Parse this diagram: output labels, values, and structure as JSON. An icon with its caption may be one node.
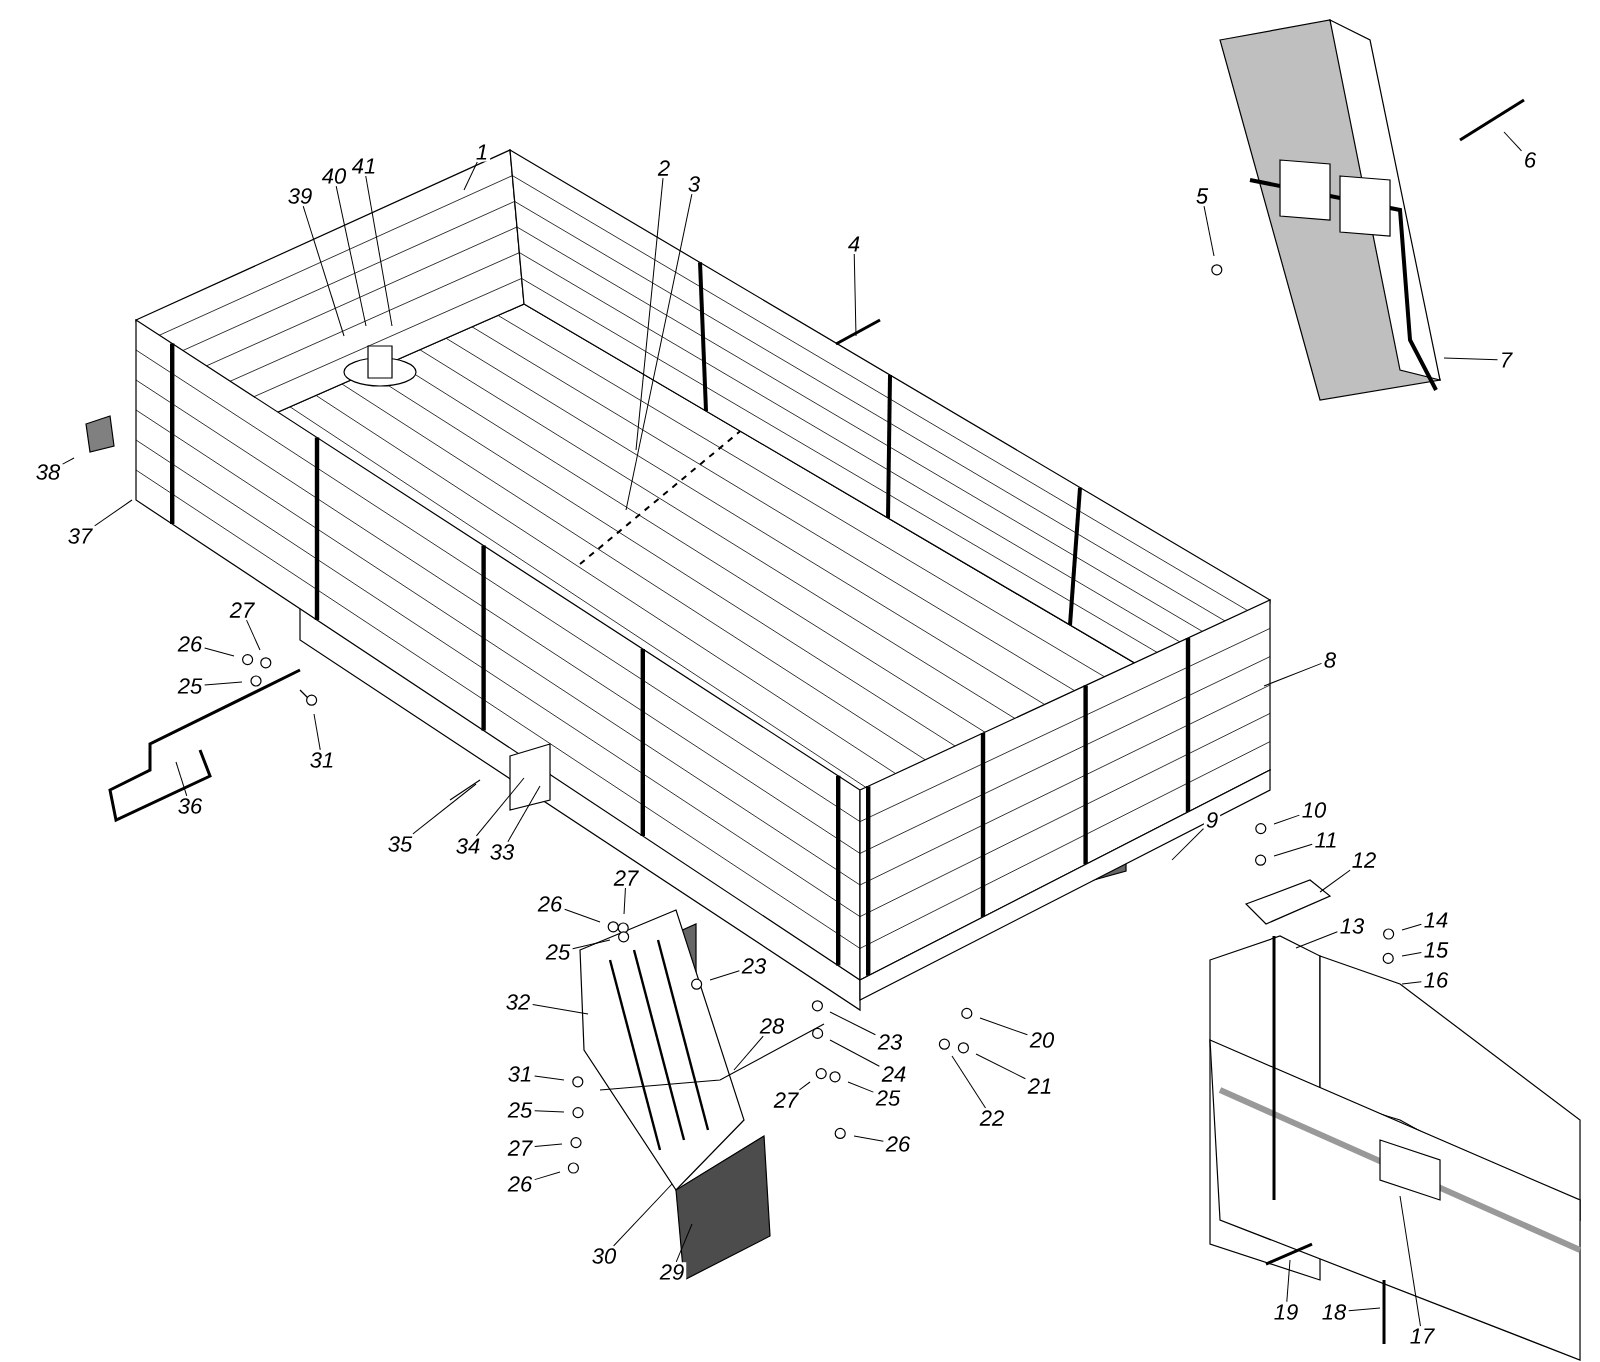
{
  "diagram": {
    "nodes": [
      {
        "text": [
          "1"
        ]
      },
      {
        "text": [
          "2"
        ]
      },
      {
        "text": [
          "3"
        ]
      },
      {
        "text": [
          "4"
        ]
      },
      {
        "text": [
          "5"
        ]
      },
      {
        "text": [
          "6"
        ]
      },
      {
        "text": [
          "7"
        ]
      },
      {
        "text": [
          "8"
        ]
      },
      {
        "text": [
          "9"
        ]
      },
      {
        "text": [
          "10"
        ]
      },
      {
        "text": [
          "11"
        ]
      },
      {
        "text": [
          "12"
        ]
      },
      {
        "text": [
          "13"
        ]
      },
      {
        "text": [
          "14"
        ]
      },
      {
        "text": [
          "15"
        ]
      },
      {
        "text": [
          "16"
        ]
      },
      {
        "text": [
          "17"
        ]
      },
      {
        "text": [
          "18"
        ]
      },
      {
        "text": [
          "19"
        ]
      },
      {
        "text": [
          "20"
        ]
      },
      {
        "text": [
          "21"
        ]
      },
      {
        "text": [
          "22"
        ]
      },
      {
        "text": [
          "23"
        ]
      },
      {
        "text": [
          "23"
        ]
      },
      {
        "text": [
          "24"
        ]
      },
      {
        "text": [
          "25"
        ]
      },
      {
        "text": [
          "26"
        ]
      },
      {
        "text": [
          "27"
        ]
      },
      {
        "text": [
          "28"
        ]
      },
      {
        "text": [
          "27"
        ]
      },
      {
        "text": [
          "26"
        ]
      },
      {
        "text": [
          "25"
        ]
      },
      {
        "text": [
          "32"
        ]
      },
      {
        "text": [
          "31"
        ]
      },
      {
        "text": [
          "25"
        ]
      },
      {
        "text": [
          "27"
        ]
      },
      {
        "text": [
          "26"
        ]
      },
      {
        "text": [
          "30"
        ]
      },
      {
        "text": [
          "29"
        ]
      },
      {
        "text": [
          "27"
        ]
      },
      {
        "text": [
          "26"
        ]
      },
      {
        "text": [
          "25"
        ]
      },
      {
        "text": [
          "31"
        ]
      },
      {
        "text": [
          "36"
        ]
      },
      {
        "text": [
          "35"
        ]
      },
      {
        "text": [
          "34"
        ]
      },
      {
        "text": [
          "33"
        ]
      },
      {
        "text": [
          "37"
        ]
      },
      {
        "text": [
          "38"
        ]
      },
      {
        "text": [
          "39"
        ]
      },
      {
        "text": [
          "40"
        ]
      },
      {
        "text": [
          "41"
        ]
      }
    ],
    "edges": [
      {
        "from": 0,
        "to": null,
        "arrow": "none"
      },
      {
        "from": 1,
        "to": null,
        "arrow": "none"
      },
      {
        "from": 2,
        "to": null,
        "arrow": "none"
      },
      {
        "from": 3,
        "to": null,
        "arrow": "none"
      },
      {
        "from": 4,
        "to": null,
        "arrow": "none"
      },
      {
        "from": 5,
        "to": null,
        "arrow": "none"
      },
      {
        "from": 6,
        "to": null,
        "arrow": "none"
      },
      {
        "from": 7,
        "to": null,
        "arrow": "none"
      },
      {
        "from": 8,
        "to": null,
        "arrow": "none"
      },
      {
        "from": 9,
        "to": null,
        "arrow": "none"
      },
      {
        "from": 10,
        "to": null,
        "arrow": "none"
      },
      {
        "from": 11,
        "to": null,
        "arrow": "none"
      },
      {
        "from": 12,
        "to": null,
        "arrow": "none"
      },
      {
        "from": 13,
        "to": null,
        "arrow": "none"
      },
      {
        "from": 14,
        "to": null,
        "arrow": "none"
      },
      {
        "from": 15,
        "to": null,
        "arrow": "none"
      },
      {
        "from": 16,
        "to": null,
        "arrow": "none"
      },
      {
        "from": 17,
        "to": null,
        "arrow": "none"
      },
      {
        "from": 18,
        "to": null,
        "arrow": "none"
      },
      {
        "from": 19,
        "to": null,
        "arrow": "none"
      },
      {
        "from": 20,
        "to": null,
        "arrow": "none"
      },
      {
        "from": 21,
        "to": null,
        "arrow": "none"
      },
      {
        "from": 22,
        "to": null,
        "arrow": "none"
      },
      {
        "from": 23,
        "to": null,
        "arrow": "none"
      },
      {
        "from": 24,
        "to": null,
        "arrow": "none"
      },
      {
        "from": 25,
        "to": null,
        "arrow": "none"
      },
      {
        "from": 26,
        "to": null,
        "arrow": "none"
      },
      {
        "from": 27,
        "to": null,
        "arrow": "none"
      },
      {
        "from": 28,
        "to": null,
        "arrow": "none"
      },
      {
        "from": 29,
        "to": null,
        "arrow": "none"
      },
      {
        "from": 30,
        "to": null,
        "arrow": "none"
      },
      {
        "from": 31,
        "to": null,
        "arrow": "none"
      },
      {
        "from": 32,
        "to": null,
        "arrow": "none"
      },
      {
        "from": 33,
        "to": null,
        "arrow": "none"
      },
      {
        "from": 34,
        "to": null,
        "arrow": "none"
      },
      {
        "from": 35,
        "to": null,
        "arrow": "none"
      },
      {
        "from": 36,
        "to": null,
        "arrow": "none"
      },
      {
        "from": 37,
        "to": null,
        "arrow": "none"
      },
      {
        "from": 38,
        "to": null,
        "arrow": "none"
      },
      {
        "from": 39,
        "to": null,
        "arrow": "none"
      },
      {
        "from": 40,
        "to": null,
        "arrow": "none"
      },
      {
        "from": 41,
        "to": null,
        "arrow": "none"
      },
      {
        "from": 42,
        "to": null,
        "arrow": "none"
      },
      {
        "from": 43,
        "to": null,
        "arrow": "none"
      },
      {
        "from": 44,
        "to": null,
        "arrow": "none"
      },
      {
        "from": 45,
        "to": null,
        "arrow": "none"
      },
      {
        "from": 46,
        "to": null,
        "arrow": "none"
      },
      {
        "from": 47,
        "to": null,
        "arrow": "none"
      },
      {
        "from": 48,
        "to": null,
        "arrow": "none"
      },
      {
        "from": 49,
        "to": null,
        "arrow": "none"
      },
      {
        "from": 50,
        "to": null,
        "arrow": "none"
      },
      {
        "from": 51,
        "to": null,
        "arrow": "none"
      }
    ]
  }
}
